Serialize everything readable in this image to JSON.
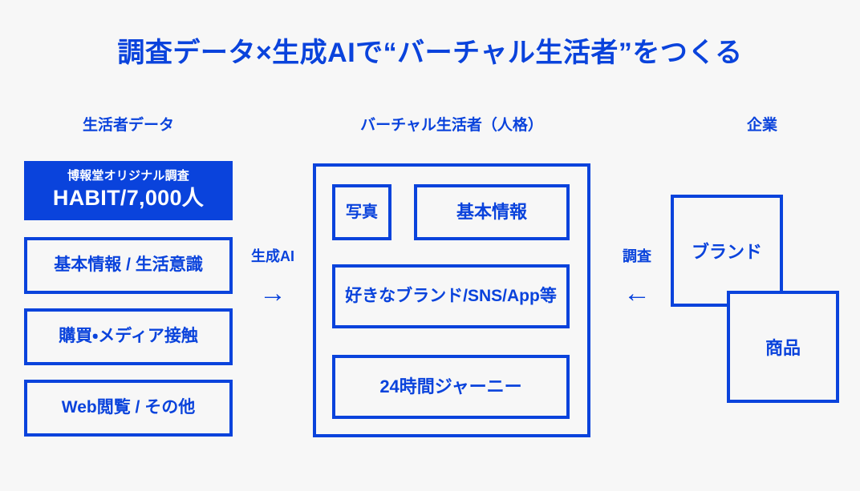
{
  "theme": {
    "background": "#f7f7f7",
    "accent": "#0a43dc",
    "on_accent": "#ffffff"
  },
  "title": "調査データ×生成AIで“バーチャル生活者”をつくる",
  "columns": {
    "left_heading": "生活者データ",
    "middle_heading": "バーチャル生活者（人格）",
    "right_heading": "企業"
  },
  "left_column": {
    "highlight": {
      "sub_label": "博報堂オリジナル調査",
      "main_label": "HABIT/7,000人"
    },
    "items": [
      {
        "label": "基本情報 / 生活意識"
      },
      {
        "label": "購買・メディア接触"
      },
      {
        "label": "Web閲覧 / その他"
      }
    ]
  },
  "connectors": {
    "left": {
      "label": "生成AI",
      "arrow": "→",
      "direction": "right"
    },
    "right": {
      "label": "調査",
      "arrow": "←",
      "direction": "left"
    }
  },
  "persona_panel": {
    "photo": "写真",
    "basic_info": "基本情報",
    "brands": "好きなブランド/SNS/App等",
    "journey": "24時間ジャーニー"
  },
  "right_column": {
    "brand": "ブランド",
    "product": "商品"
  }
}
